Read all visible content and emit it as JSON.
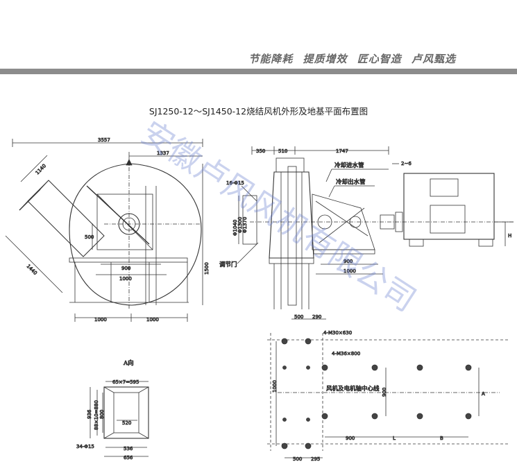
{
  "header": {
    "slogans": [
      "节能降耗",
      "提质增效",
      "匠心智造",
      "卢风甄选"
    ]
  },
  "title": "SJ1250-12～SJ1450-12烧结风机外形及地基平面布置图",
  "watermark": "安徽卢风风机有限公司",
  "side_view": {
    "dims": [
      "3557",
      "1337",
      "1140",
      "1440",
      "500",
      "900",
      "1000",
      "1500",
      "1000",
      "1000"
    ]
  },
  "front_view": {
    "dims": [
      "350",
      "510",
      "1747",
      "2~6",
      "16-Φ15",
      "Φ1040",
      "Φ1300",
      "Φ1370",
      "900",
      "1000",
      "H"
    ],
    "labels": [
      "冷却进水管",
      "冷却出水管",
      "调节门"
    ]
  },
  "a_view": {
    "label": "A向",
    "dims": [
      "65×7=595",
      "936",
      "88×10=880",
      "800",
      "520",
      "34-Φ15",
      "536",
      "656"
    ]
  },
  "foundation": {
    "dims": [
      "4-M30×630",
      "4-M36×800",
      "1000",
      "900",
      "500",
      "290",
      "500",
      "295",
      "900",
      "L",
      "B",
      "A"
    ],
    "label": "风机及电机轴中心线"
  }
}
